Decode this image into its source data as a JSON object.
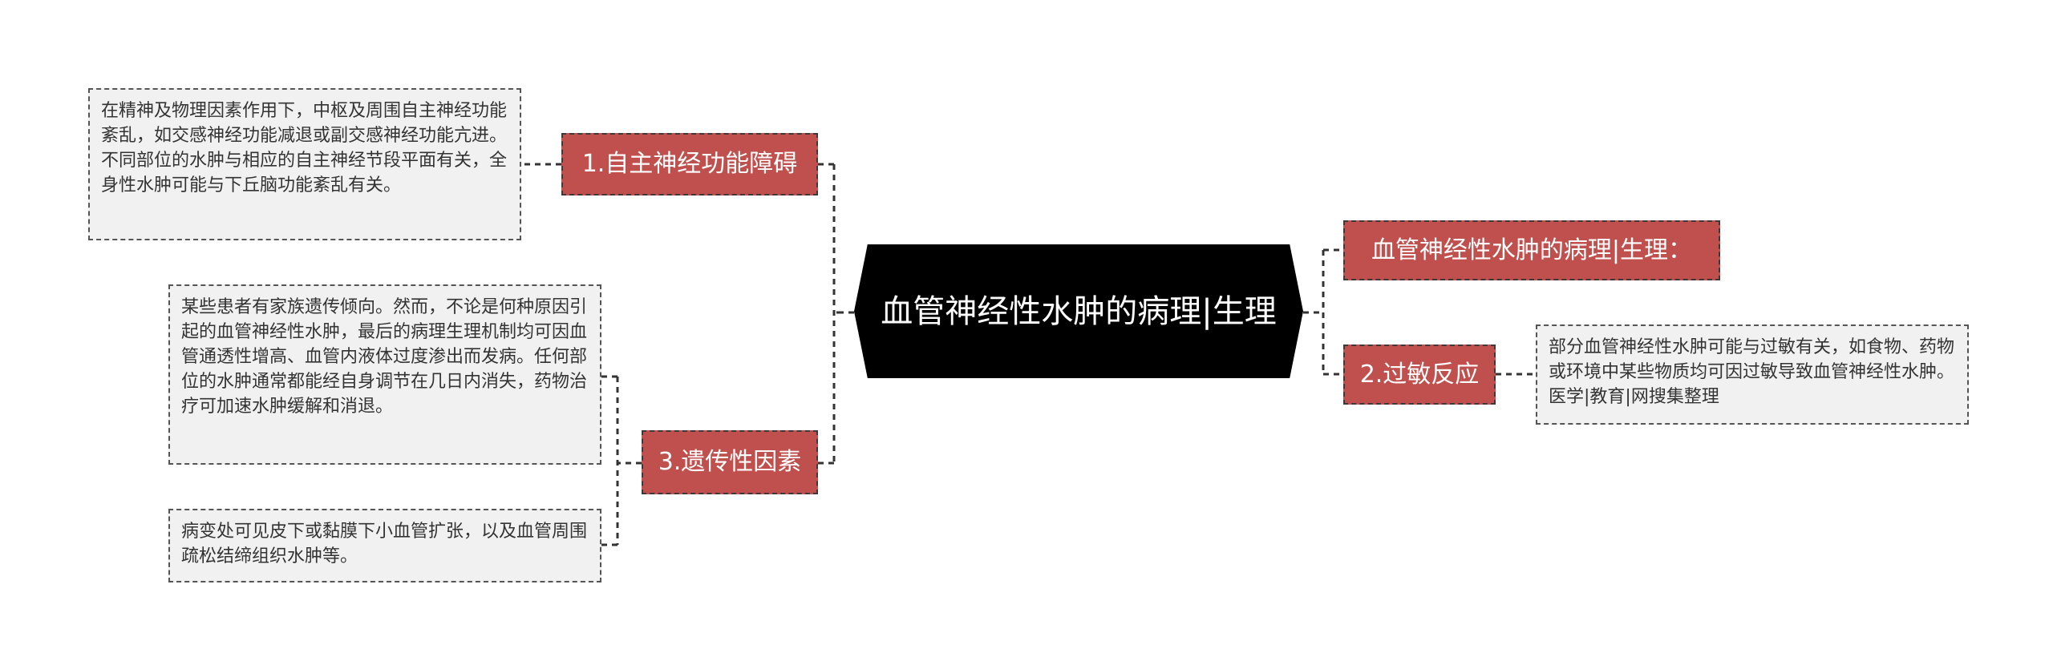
{
  "central": {
    "title": "血管神经性水肿的病理|生理"
  },
  "topics": {
    "t1": {
      "label": "1.自主神经功能障碍"
    },
    "t3": {
      "label": "3.遗传性因素"
    },
    "r1": {
      "label": "血管神经性水肿的病理|生理："
    },
    "r2": {
      "label": "2.过敏反应"
    }
  },
  "notes": {
    "n1": {
      "text": "在精神及物理因素作用下，中枢及周围自主神经功能紊乱，如交感神经功能减退或副交感神经功能亢进。不同部位的水肿与相应的自主神经节段平面有关，全身性水肿可能与下丘脑功能紊乱有关。"
    },
    "n3a": {
      "text": "某些患者有家族遗传倾向。然而，不论是何种原因引起的血管神经性水肿，最后的病理生理机制均可因血管通透性增高、血管内液体过度渗出而发病。任何部位的水肿通常都能经自身调节在几日内消失，药物治疗可加速水肿缓解和消退。"
    },
    "n3b": {
      "text": "病变处可见皮下或黏膜下小血管扩张，以及血管周围疏松结缔组织水肿等。"
    },
    "n2": {
      "text": "部分血管神经性水肿可能与过敏有关，如食物、药物或环境中某些物质均可因过敏导致血管神经性水肿。医学|教育|网搜集整理"
    }
  },
  "colors": {
    "topic": "#c0504d",
    "central": "#000000",
    "note_bg": "#f1f1f1",
    "line": "#333333"
  }
}
